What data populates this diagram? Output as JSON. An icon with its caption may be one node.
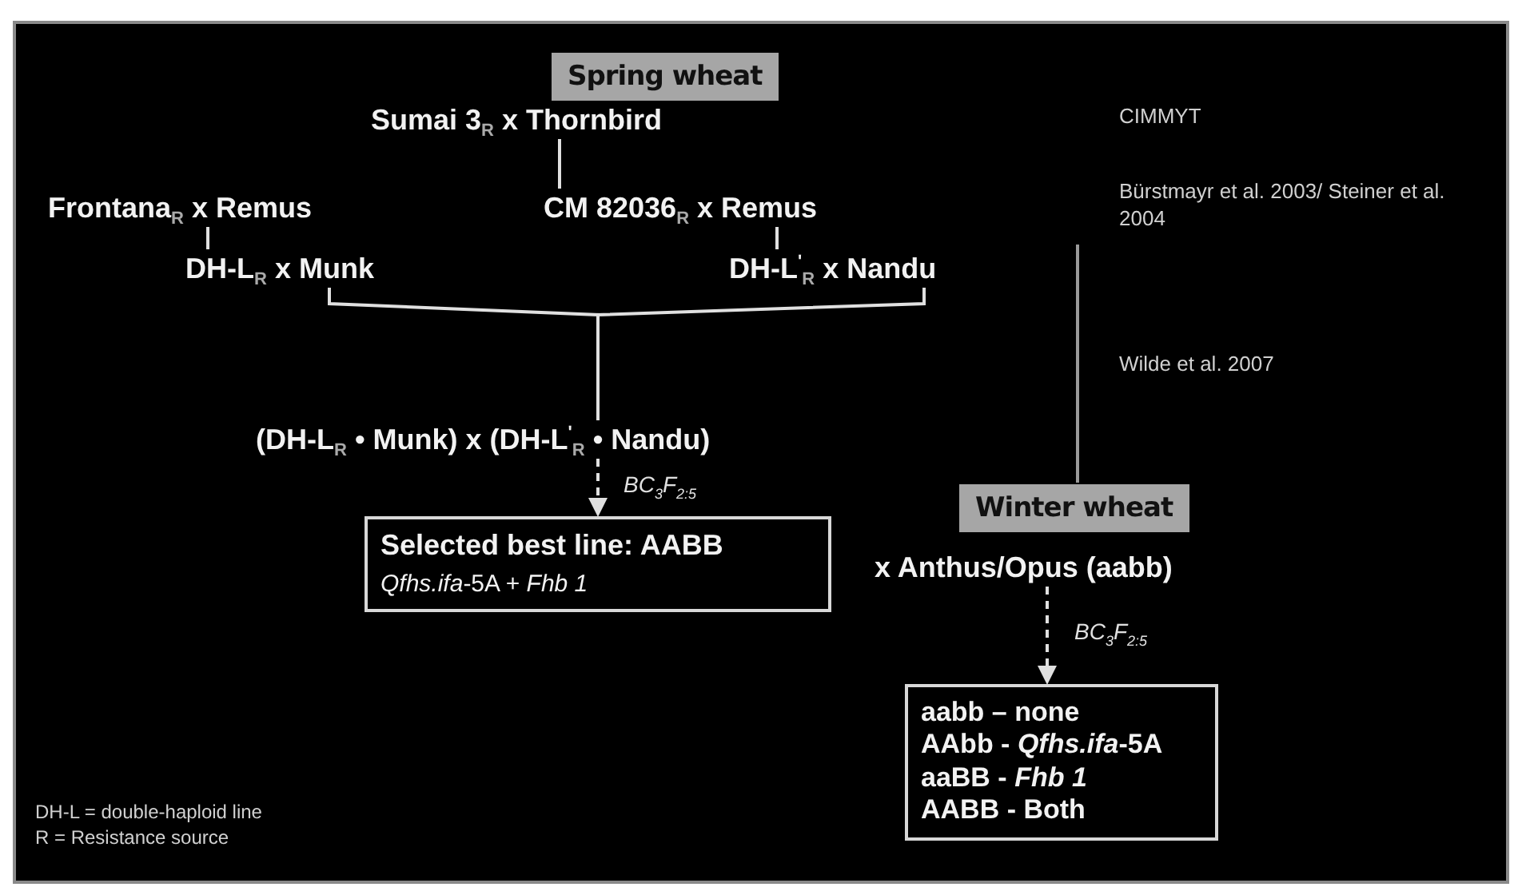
{
  "diagram": {
    "nodes": [
      {
        "text": [
          "Spring wheat"
        ]
      },
      {
        "text": [
          "Sumai 3$_{R}$ x Thornbird"
        ]
      },
      {
        "text": [
          "Frontana$_{R}$ x Remus"
        ]
      },
      {
        "text": [
          "CM 82036$_{R}$ x Remus"
        ]
      },
      {
        "text": [
          "DH-L$_{R}$ x Munk"
        ]
      },
      {
        "text": [
          "DH-L$^{'}$$_{R}$ x Nandu"
        ]
      },
      {
        "text": [
          "(DH-L$_{R}$ • Munk) x (DH-L$^{'}$$_{R}$ • Nandu)"
        ]
      },
      {
        "text": [
          "Selected best line: AABB",
          "*Qfhs.ifa*-5A + *Fhb 1*"
        ]
      },
      {
        "text": [
          "Winter wheat"
        ]
      },
      {
        "text": [
          "x Anthus/Opus (aabb)"
        ]
      },
      {
        "text": [
          "aabb – none",
          "AAbb - *Qfhs.ifa*-5A",
          "aaBB - *Fhb 1*",
          "AABB - Both"
        ]
      }
    ],
    "edges": [
      {
        "from": 1,
        "to": 3,
        "arrow": "none"
      },
      {
        "from": 2,
        "to": 4,
        "arrow": "none"
      },
      {
        "from": 3,
        "to": 5,
        "arrow": "none"
      },
      {
        "from": 4,
        "to": 6,
        "arrow": "none"
      },
      {
        "from": 5,
        "to": 6,
        "arrow": "none"
      },
      {
        "from": 6,
        "to": 7,
        "arrow": "to",
        "style": "dashed",
        "label": "BC$_{3}$F$_{2:5}$"
      },
      {
        "from": 9,
        "to": 10,
        "arrow": "to",
        "style": "dashed",
        "label": "BC$_{3}$F$_{2:5}$"
      },
      {
        "from": null,
        "to": 8,
        "arrow": "none",
        "color": "#9a9a9a"
      }
    ],
    "labels": [
      "CIMMYT",
      "Bürstmayr et al. 2003/ Steiner et al. 2004",
      "Wilde et al. 2007",
      "DH-L = double-haploid line",
      "R = Resistance source"
    ]
  }
}
